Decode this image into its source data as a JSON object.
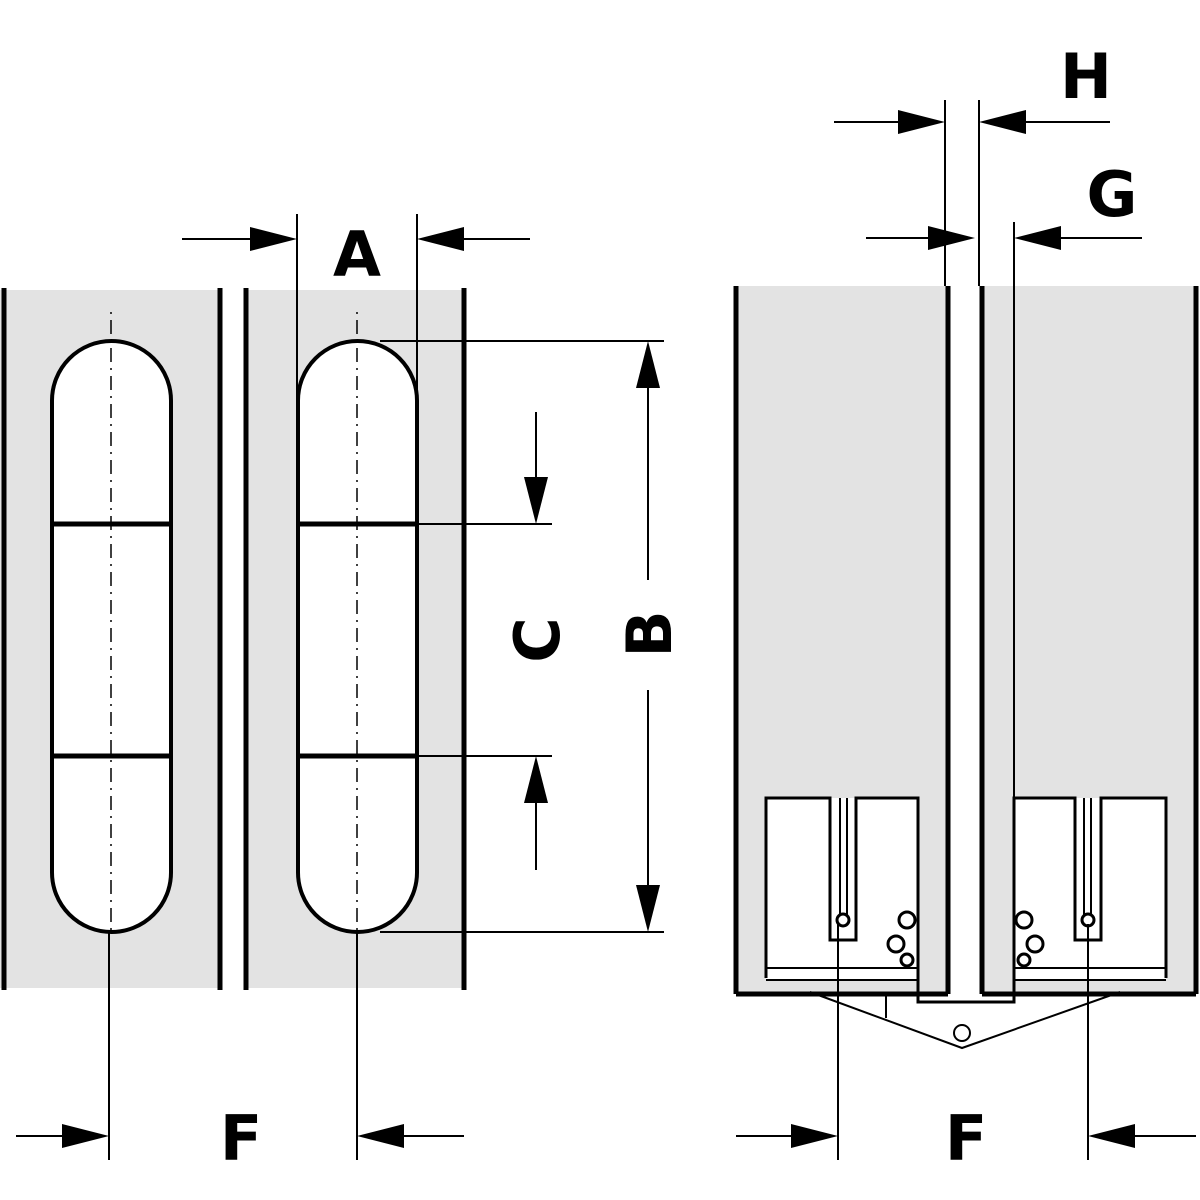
{
  "labels": {
    "A": "A",
    "B": "B",
    "C": "C",
    "F_left": "F",
    "F_right": "F",
    "G": "G",
    "H": "H"
  }
}
